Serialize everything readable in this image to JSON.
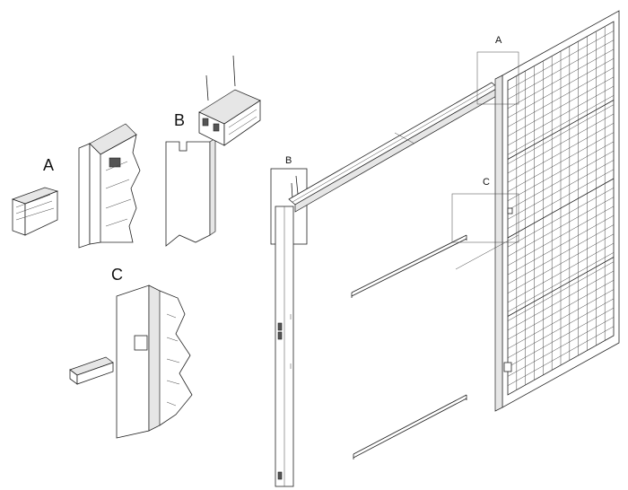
{
  "labels": {
    "detail_a_left": "A",
    "detail_b_left": "B",
    "detail_c_left": "C",
    "callout_b": "B",
    "callout_a": "A",
    "callout_c": "C"
  },
  "colors": {
    "line": "#222222",
    "background": "#ffffff",
    "shade": "#e6e6e6"
  }
}
